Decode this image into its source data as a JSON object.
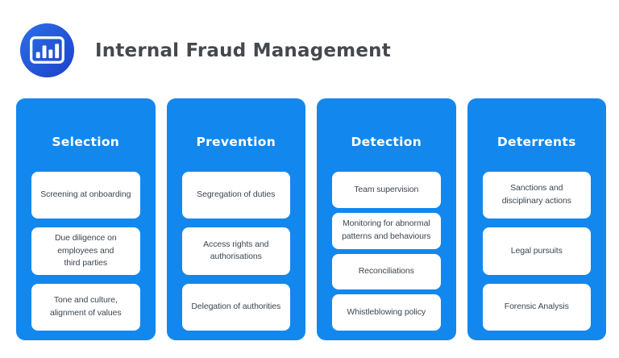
{
  "header": {
    "title": "Internal Fraud Management",
    "icon": "bar-chart-icon"
  },
  "colors": {
    "page_bg": "#ffffff",
    "column_bg": "#1288ee",
    "card_bg": "#ffffff",
    "card_text": "#3d4750",
    "title_text": "#45484d",
    "column_title_text": "#ffffff",
    "logo_gradient_start": "#2c6fe8",
    "logo_gradient_end": "#1c41c9"
  },
  "columns": [
    {
      "title": "Selection",
      "cards": [
        "Screening at onboarding",
        "Due diligence on\nemployees and\nthird parties",
        "Tone and culture,\nalignment of values"
      ]
    },
    {
      "title": "Prevention",
      "cards": [
        "Segregation of duties",
        "Access rights and\nauthorisations",
        "Delegation of authorities"
      ]
    },
    {
      "title": "Detection",
      "cards": [
        "Team supervision",
        "Monitoring for abnormal\npatterns and behaviours",
        "Reconciliations",
        "Whistleblowing policy"
      ]
    },
    {
      "title": "Deterrents",
      "cards": [
        "Sanctions and\ndisciplinary actions",
        "Legal pursuits",
        "Forensic Analysis"
      ]
    }
  ]
}
